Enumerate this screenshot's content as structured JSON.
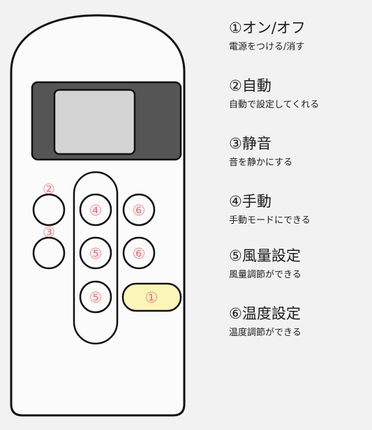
{
  "colors": {
    "background": "#f2f2f2",
    "body_fill": "#fbfbfb",
    "outline": "#111111",
    "display_frame": "#555555",
    "screen": "#d4d4d4",
    "label_red": "#ee7777",
    "power_fill": "#fbf5b8"
  },
  "remote": {
    "side_label_2": "②",
    "side_label_3": "③",
    "btn_4": "④",
    "btn_6_top": "⑥",
    "btn_5_mid": "⑤",
    "btn_6_mid": "⑥",
    "btn_5_bottom": "⑤",
    "btn_power": "①"
  },
  "legend": [
    {
      "title": "①オン/オフ",
      "desc": "電源をつける/消す"
    },
    {
      "title": "②自動",
      "desc": "自動で設定してくれる"
    },
    {
      "title": "③静音",
      "desc": "音を静かにする"
    },
    {
      "title": "④手動",
      "desc": "手動モードにできる"
    },
    {
      "title": "⑤風量設定",
      "desc": "風量調節ができる"
    },
    {
      "title": "⑥温度設定",
      "desc": "温度調節ができる"
    }
  ]
}
